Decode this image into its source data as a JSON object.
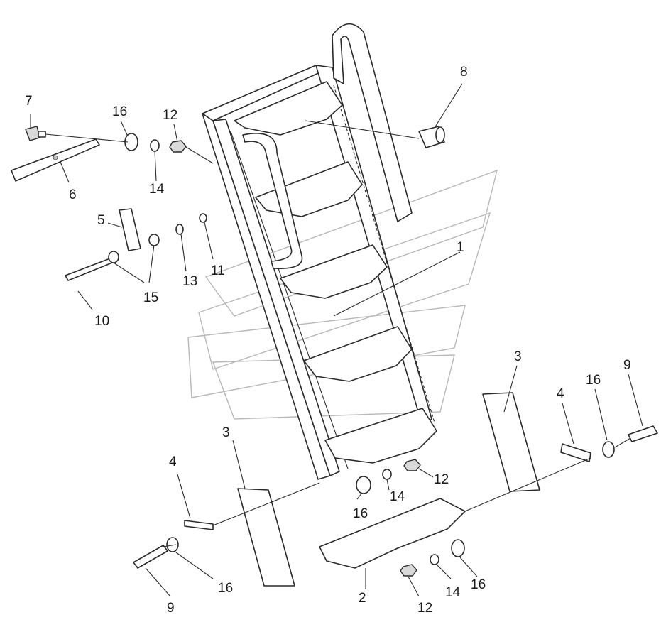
{
  "callouts": {
    "c1": "1",
    "c2": "2",
    "c3a": "3",
    "c3b": "3",
    "c4a": "4",
    "c4b": "4",
    "c5": "5",
    "c6": "6",
    "c7": "7",
    "c8": "8",
    "c9a": "9",
    "c9b": "9",
    "c10": "10",
    "c11": "11",
    "c12a": "12",
    "c12b": "12",
    "c12c": "12",
    "c13": "13",
    "c14a": "14",
    "c14b": "14",
    "c14c": "14",
    "c15": "15",
    "c16a": "16",
    "c16b": "16",
    "c16c": "16",
    "c16d": "16",
    "c16e": "16"
  }
}
